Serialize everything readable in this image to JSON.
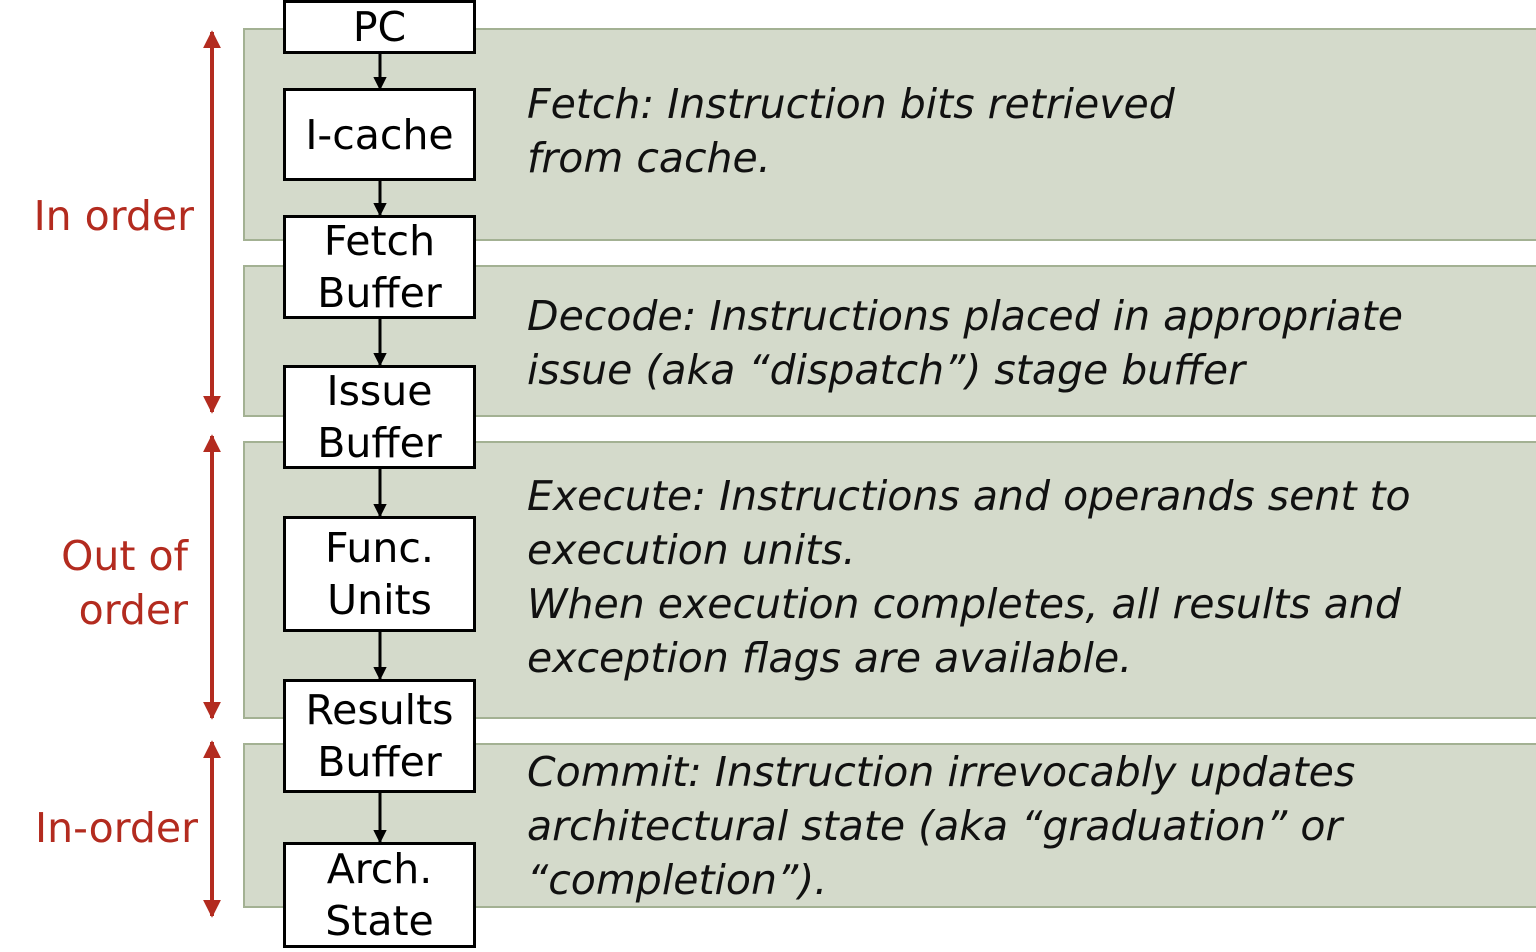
{
  "pipeline": {
    "boxes": [
      {
        "id": "pc",
        "lines": [
          "PC"
        ]
      },
      {
        "id": "i-cache",
        "lines": [
          "I-cache"
        ]
      },
      {
        "id": "fetch-buffer",
        "lines": [
          "Fetch",
          "Buffer"
        ]
      },
      {
        "id": "issue-buffer",
        "lines": [
          "Issue",
          "Buffer"
        ]
      },
      {
        "id": "func-units",
        "lines": [
          "Func.",
          "Units"
        ]
      },
      {
        "id": "results-buffer",
        "lines": [
          "Results",
          "Buffer"
        ]
      },
      {
        "id": "arch-state",
        "lines": [
          "Arch.",
          "State"
        ]
      }
    ]
  },
  "stages": [
    {
      "id": "fetch",
      "lines": [
        "Fetch: Instruction bits retrieved",
        "from cache."
      ]
    },
    {
      "id": "decode",
      "lines": [
        "Decode: Instructions placed in appropriate",
        "issue (aka “dispatch”) stage buffer"
      ]
    },
    {
      "id": "execute",
      "lines": [
        "Execute: Instructions and operands sent to",
        "execution units.",
        "When execution completes, all results and",
        "exception flags are available."
      ]
    },
    {
      "id": "commit",
      "lines": [
        "Commit: Instruction irrevocably updates",
        "architectural state (aka “graduation” or",
        "“completion”)."
      ]
    }
  ],
  "order_labels": [
    {
      "id": "in-order-top",
      "lines": [
        "In order"
      ]
    },
    {
      "id": "out-of-order",
      "lines": [
        "Out of",
        "order"
      ]
    },
    {
      "id": "in-order-bottom",
      "lines": [
        "In-order"
      ]
    }
  ],
  "colors": {
    "band_fill": "#d4dacb",
    "band_border": "#a3b193",
    "order_arrow": "#b32b1f",
    "box_border": "#000000"
  }
}
